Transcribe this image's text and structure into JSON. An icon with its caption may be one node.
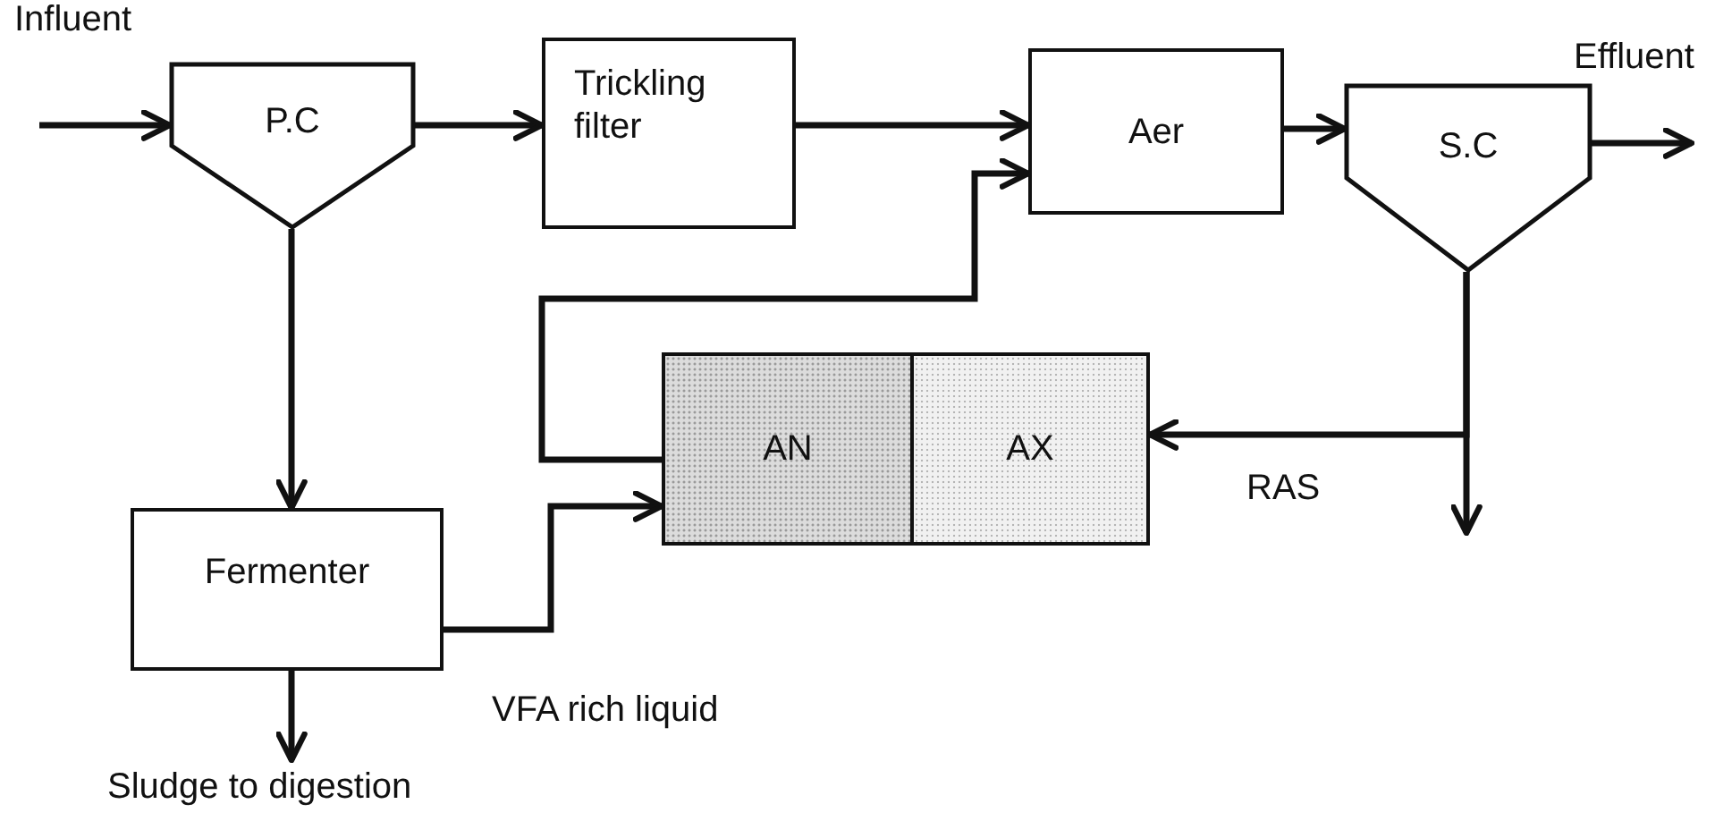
{
  "diagram": {
    "nodes": [
      {
        "text": [
          "P.C"
        ]
      },
      {
        "text": [
          "Trickling filter"
        ]
      },
      {
        "text": [
          "Aer"
        ]
      },
      {
        "text": [
          "S.C"
        ]
      },
      {
        "text": [
          "Fermenter"
        ]
      },
      {
        "text": [
          "AN"
        ]
      },
      {
        "text": [
          "AX"
        ]
      },
      {
        "text": [
          "Sludge to digestion"
        ]
      }
    ],
    "edges": [
      {
        "from": null,
        "to": 0,
        "arrow": "to"
      },
      {
        "from": 0,
        "to": 1,
        "arrow": "to"
      },
      {
        "from": 1,
        "to": 2,
        "arrow": "to"
      },
      {
        "from": 2,
        "to": 3,
        "arrow": "to"
      },
      {
        "from": 3,
        "to": null,
        "arrow": "to"
      },
      {
        "from": 0,
        "to": 4,
        "arrow": "to"
      },
      {
        "from": 4,
        "to": 5,
        "arrow": "to",
        "label": "VFA rich liquid"
      },
      {
        "from": 5,
        "to": 2,
        "arrow": "to"
      },
      {
        "from": 3,
        "to": 6,
        "arrow": "to",
        "label": "RAS"
      },
      {
        "from": 3,
        "to": null,
        "arrow": "to"
      },
      {
        "from": 4,
        "to": 7,
        "arrow": "to"
      }
    ],
    "labels": [
      "Influent",
      "Effluent"
    ]
  }
}
